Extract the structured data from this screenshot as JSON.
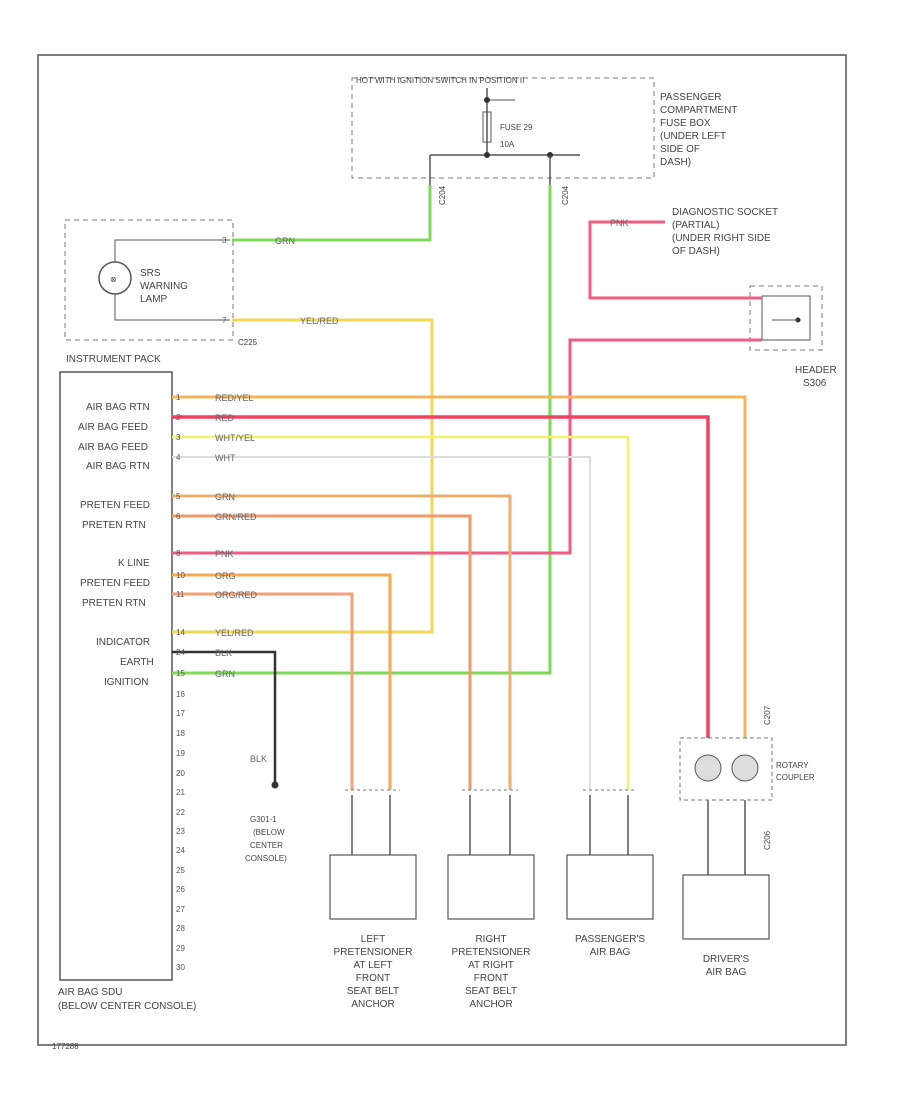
{
  "header": {
    "fuse_box_top": "HOT WITH IGNITION SWITCH IN POSITION II",
    "fuse_label": "FUSE 29",
    "fuse_amp": "10A",
    "passenger_box": [
      "PASSENGER",
      "COMPARTMENT",
      "FUSE BOX",
      "(UNDER LEFT",
      "SIDE OF",
      "DASH)"
    ],
    "conn_left": "C204",
    "conn_right": "C204"
  },
  "instrument_pack": {
    "lamp": [
      "SRS",
      "WARNING",
      "LAMP"
    ],
    "title": "INSTRUMENT PACK",
    "conn": "C225",
    "pin_a": "3",
    "pin_b": "7"
  },
  "diag_socket": {
    "text": [
      "DIAGNOSTIC SOCKET",
      "(PARTIAL)",
      "(UNDER RIGHT SIDE",
      "OF DASH)"
    ],
    "header_label": [
      "HEADER",
      "S306"
    ]
  },
  "sdm": {
    "pins": [
      {
        "num": "1",
        "label": "AIR BAG RTN"
      },
      {
        "num": "2",
        "label": "AIR BAG FEED"
      },
      {
        "num": "3",
        "label": "AIR BAG FEED"
      },
      {
        "num": "4",
        "label": "AIR BAG RTN"
      },
      {
        "num": "5",
        "label": "PRETEN FEED"
      },
      {
        "num": "6",
        "label": "PRETEN RTN"
      },
      {
        "num": "8",
        "label": "K LINE"
      },
      {
        "num": "10",
        "label": "PRETEN FEED"
      },
      {
        "num": "11",
        "label": "PRETEN RTN"
      },
      {
        "num": "14",
        "label": "INDICATOR"
      },
      {
        "num": "24",
        "label": "EARTH"
      },
      {
        "num": "15",
        "label": "IGNITION"
      }
    ],
    "extra_pins": [
      "16",
      "17",
      "18",
      "19",
      "20",
      "21",
      "22",
      "23",
      "24",
      "25",
      "26",
      "27",
      "28",
      "29",
      "30"
    ],
    "title": [
      "AIR BAG SDU",
      "(BELOW CENTER CONSOLE)"
    ]
  },
  "wires": {
    "red_yel": "RED/YEL",
    "red": "RED",
    "wht_yel": "WHT/YEL",
    "wht": "WHT",
    "grn": "GRN",
    "grn_red": "GRN/RED",
    "pnk": "PNK",
    "org": "ORG",
    "org_red": "ORG/RED",
    "yel_red": "YEL/RED",
    "blk": "BLK",
    "grn2": "GRN"
  },
  "ground": {
    "wire": "BLK",
    "label": [
      "G301-1",
      "(BELOW",
      "CENTER",
      "CONSOLE)"
    ]
  },
  "components": {
    "left_preten": [
      "LEFT",
      "PRETENSIONER",
      "AT LEFT",
      "FRONT",
      "SEAT BELT",
      "ANCHOR"
    ],
    "right_preten": [
      "RIGHT",
      "PRETENSIONER",
      "AT RIGHT",
      "FRONT",
      "SEAT BELT",
      "ANCHOR"
    ],
    "passenger_bag": [
      "PASSENGER'S",
      "AIR BAG"
    ],
    "driver_bag": [
      "DRIVER'S",
      "AIR BAG"
    ],
    "rotary": [
      "ROTARY",
      "COUPLER"
    ],
    "c_driver": "C207",
    "c_driver2": "C206"
  },
  "footer": {
    "code": "177288"
  },
  "colors": {
    "green": "#7ed957",
    "yellow": "#f1f26a",
    "orange": "#f5b35a",
    "red": "#f0425e",
    "pink": "#f25c84",
    "orange_red": "#f6a07a",
    "white_wire": "#dddddd",
    "black": "#333333"
  }
}
